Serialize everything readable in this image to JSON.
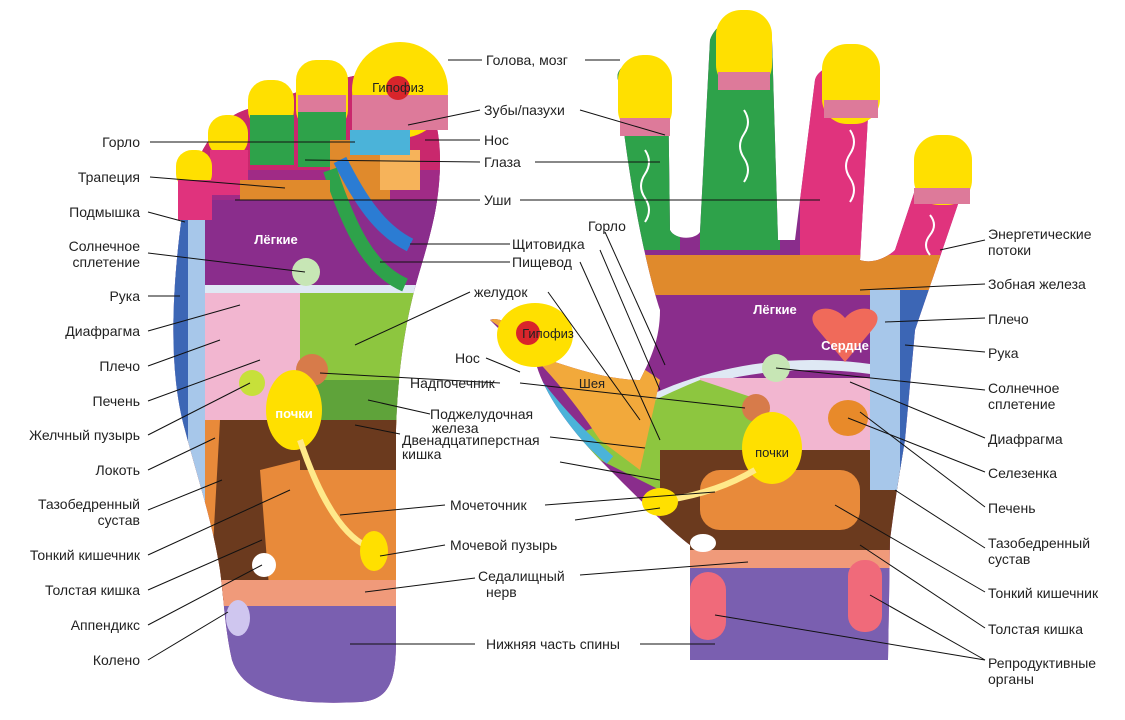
{
  "foot": {
    "left_labels": [
      "Горло",
      "Трапеция",
      "Подмышка",
      "Солнечное",
      "сплетение",
      "Рука",
      "Диафрагма",
      "Плечо",
      "Печень",
      "Желчный пузырь",
      "Локоть",
      "Тазобедренный",
      "сустав",
      "Тонкий кишечник",
      "Толстая кишка",
      "Аппендикс",
      "Колено"
    ],
    "center_labels": [
      "Голова, мозг",
      "Зубы/пазухи",
      "Нос",
      "Глаза",
      "Уши",
      "Щитовидка",
      "Пищевод",
      "желудок",
      "Надпочечник",
      "Поджелудочная",
      "железа",
      "Двенадцатиперстная",
      "кишка",
      "Мочеточник",
      "Мочевой пузырь",
      "Седалищный",
      "нерв",
      "Нижняя часть спины"
    ],
    "inner": {
      "hypophysis": "Гипофиз",
      "lungs": "Лёгкие",
      "kidneys": "почки"
    }
  },
  "hand": {
    "right_labels": [
      "Энергетические",
      "потоки",
      "Зобная железа",
      "Плечо",
      "Рука",
      "Солнечное",
      "сплетение",
      "Диафрагма",
      "Селезенка",
      "Печень",
      "Тазобедренный",
      "сустав",
      "Тонкий кишечник",
      "Толстая кишка",
      "Репродуктивные",
      "органы"
    ],
    "center_labels": [
      "Горло",
      "Нос"
    ],
    "inner": {
      "hypophysis": "Гипофиз",
      "neck": "Шея",
      "lungs": "Лёгкие",
      "heart": "Сердце",
      "kidneys": "почки"
    }
  }
}
